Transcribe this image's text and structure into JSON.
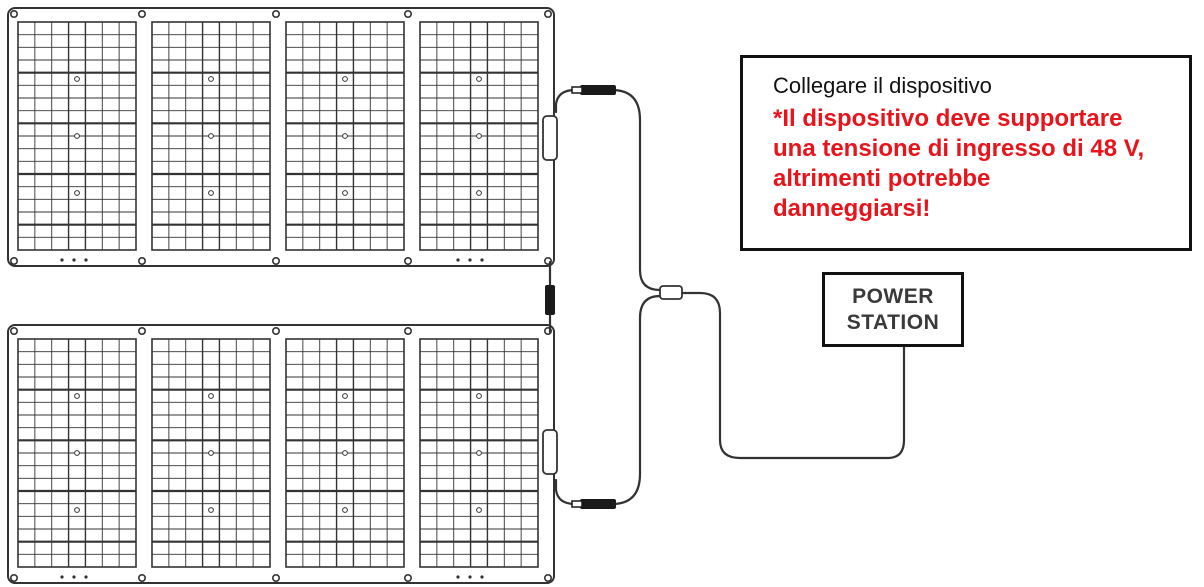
{
  "note": {
    "line1": "Collegare il dispositivo",
    "line2": "*Il dispositivo deve supportare una tensione di ingresso di 48 V, altrimenti potrebbe danneggiarsi!"
  },
  "power_station": {
    "line1": "POWER",
    "line2": "STATION"
  },
  "solar_panels": {
    "count": 2,
    "sections_per_panel": 4
  },
  "colors": {
    "warning_text": "#e8141b",
    "line": "#333333",
    "box_border": "#111111"
  }
}
